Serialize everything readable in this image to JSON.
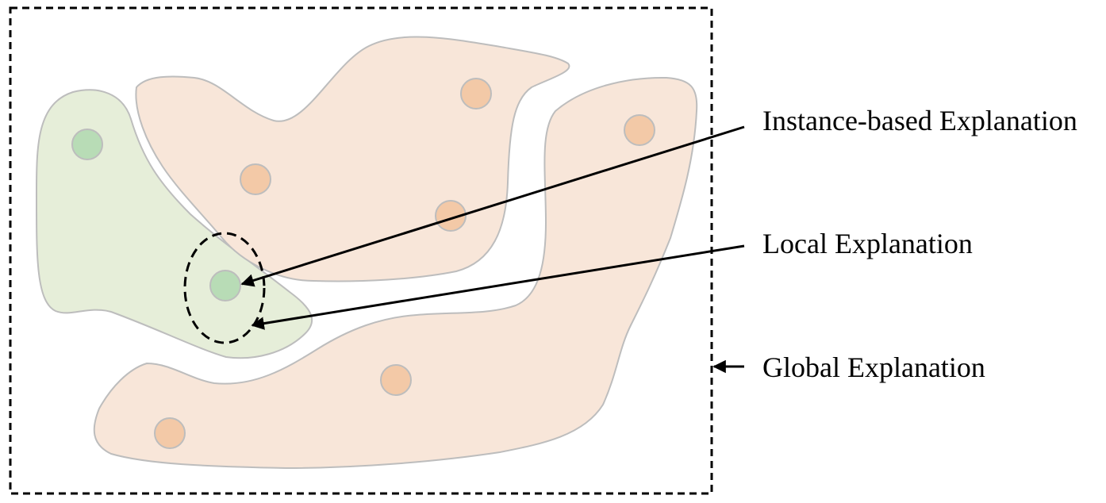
{
  "labels": {
    "instance_based": "Instance-based Explanation",
    "local": "Local Explanation",
    "global": "Global Explanation"
  },
  "colors": {
    "green_region": "#e6eed9",
    "orange_region": "#f8e6d9",
    "region_stroke": "#bdbdbd",
    "green_point": "#b8dcb6",
    "orange_point": "#f3c9a7",
    "point_stroke": "#bdbdbd",
    "annotation": "#000000"
  }
}
